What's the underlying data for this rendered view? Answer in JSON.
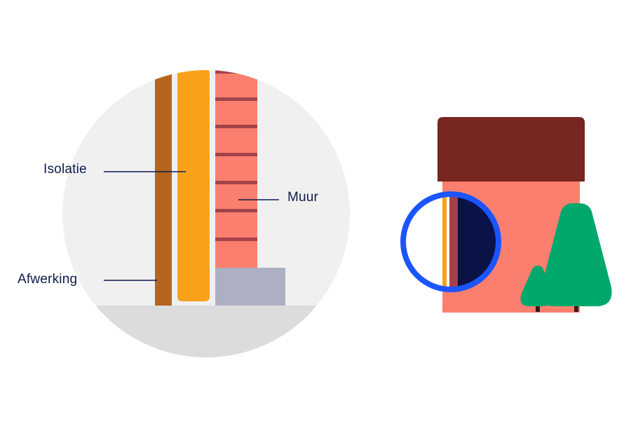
{
  "labels": {
    "isolatie": "Isolatie",
    "muur": "Muur",
    "afwerking": "Afwerking"
  },
  "colors": {
    "background_circle": "#f0f0f0",
    "ground": "#dcdcdc",
    "finish_layer": "#b5651d",
    "insulation": "#f9a11b",
    "brick_wall": "#fa7f6e",
    "mortar_lines": "#a3424a",
    "foundation": "#adb0c3",
    "roof": "#772620",
    "house_wall": "#fa7f6e",
    "magnifier_ring": "#1a55ff",
    "magnifier_dark": "#0a1248",
    "tree": "#00a86b",
    "tree_trunk": "#3b1a1e",
    "label_text": "#0f1a4a"
  }
}
